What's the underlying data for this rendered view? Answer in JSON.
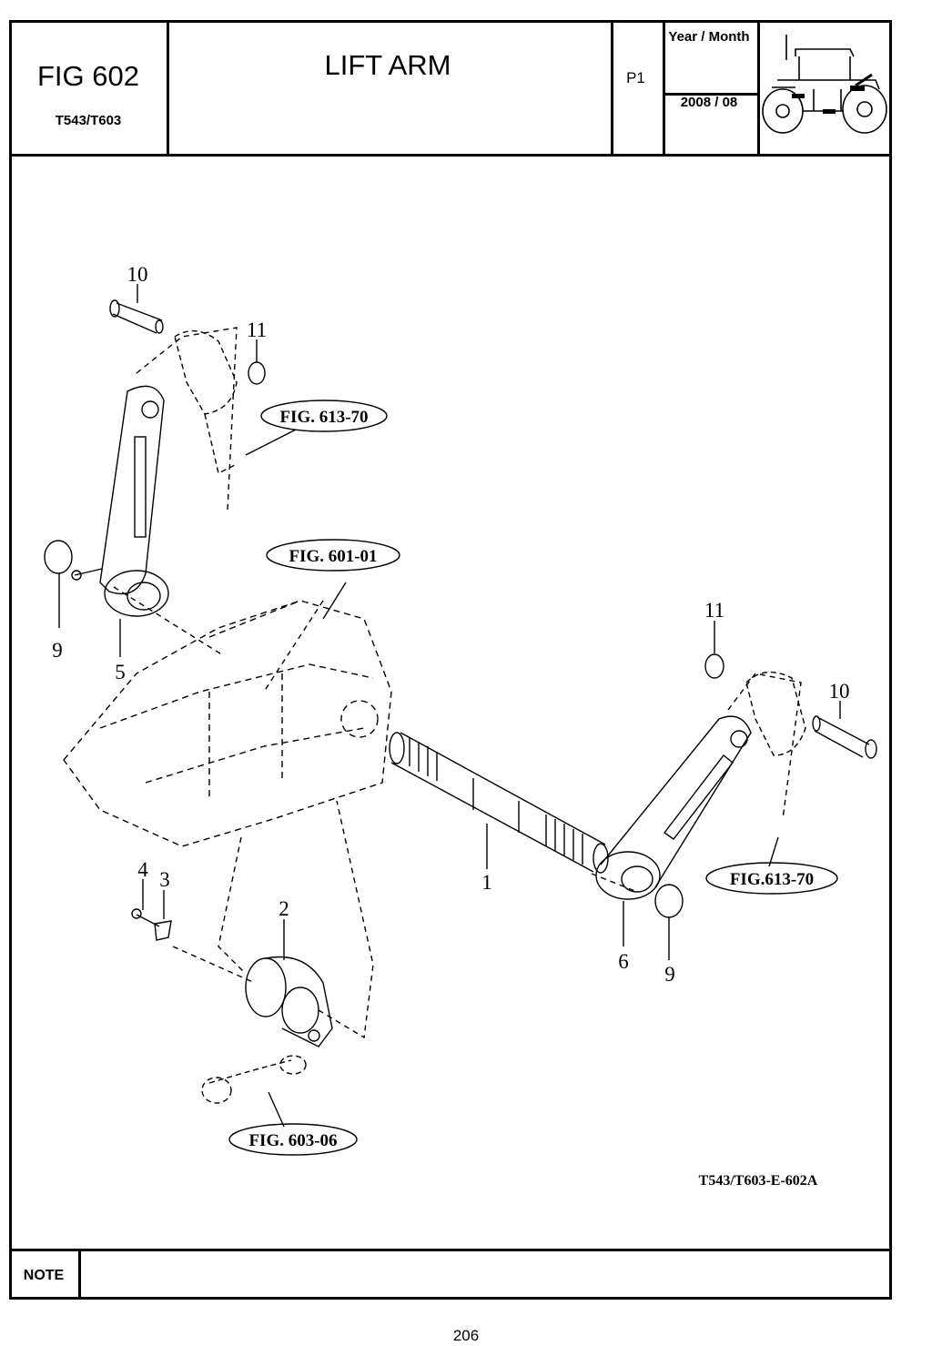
{
  "header": {
    "fig_number": "FIG 602",
    "model": "T543/T603",
    "title": "LIFT ARM",
    "page_id": "P1",
    "year_month_label": "Year / Month",
    "year_month_value": "2008 / 08"
  },
  "diagram": {
    "callouts": [
      "10",
      "11",
      "9",
      "5",
      "11",
      "10",
      "1",
      "6",
      "9",
      "4",
      "3",
      "2"
    ],
    "references": [
      "FIG. 613-70",
      "FIG. 601-01",
      "FIG.613-70",
      "FIG. 603-06"
    ],
    "drawing_code": "T543/T603-E-602A"
  },
  "footer": {
    "note_label": "NOTE",
    "page_number": "206"
  }
}
